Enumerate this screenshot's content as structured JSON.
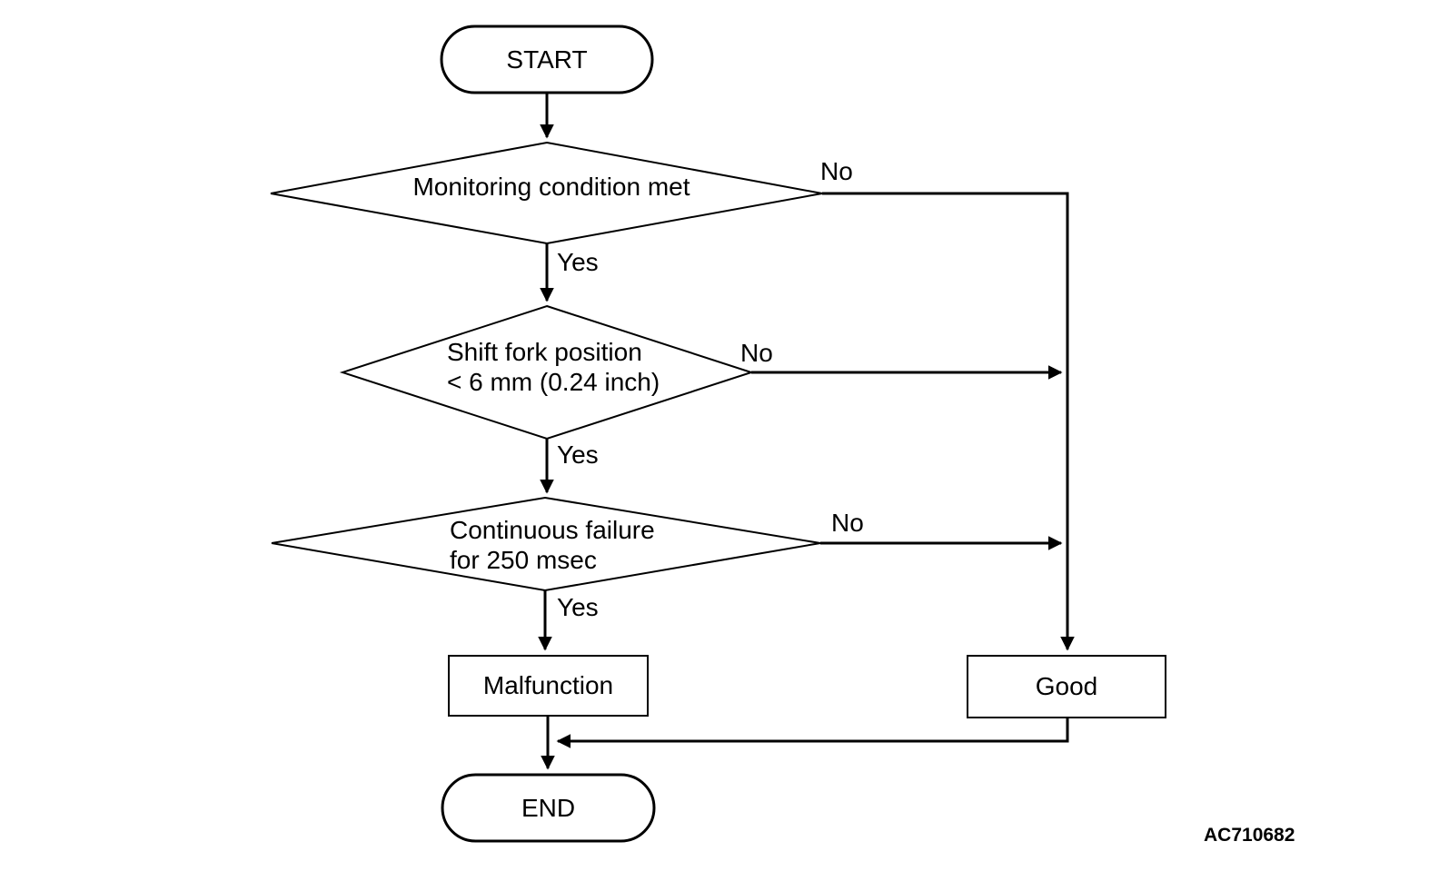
{
  "diagram": {
    "background_color": "#ffffff",
    "line_color": "#000000",
    "figure_code": "AC710682",
    "nodes": {
      "start": {
        "label": "START"
      },
      "monitoring": {
        "label": "Monitoring condition met"
      },
      "shift_fork": {
        "line1": "Shift fork position",
        "line2": "< 6 mm (0.24 inch)"
      },
      "continuous_failure": {
        "line1": "Continuous failure",
        "line2": "for 250 msec"
      },
      "malfunction": {
        "label": "Malfunction"
      },
      "good": {
        "label": "Good"
      },
      "end": {
        "label": "END"
      }
    },
    "edge_labels": {
      "monitoring_yes": "Yes",
      "monitoring_no": "No",
      "shift_fork_yes": "Yes",
      "shift_fork_no": "No",
      "continuous_failure_yes": "Yes",
      "continuous_failure_no": "No"
    }
  }
}
